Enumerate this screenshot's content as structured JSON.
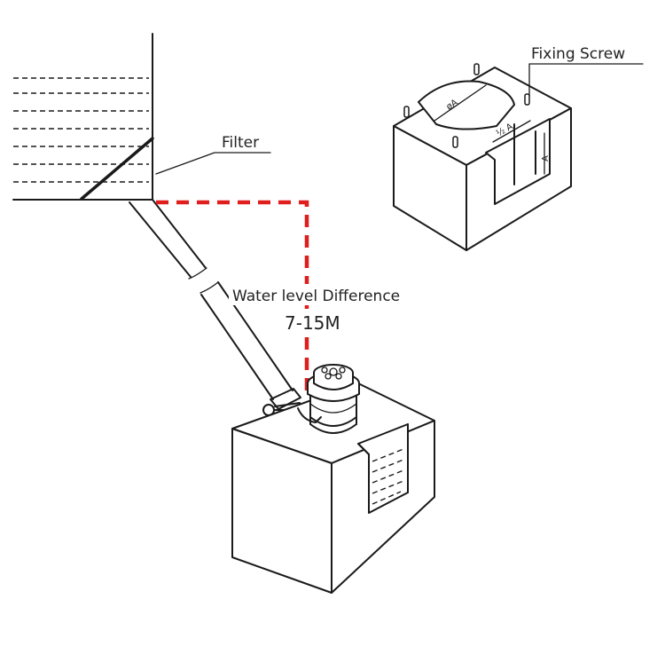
{
  "labels": {
    "filter": "Filter",
    "water_level_line1": "Water level Difference",
    "water_level_line2": "7-15M",
    "fixing_screw": "Fixing Screw",
    "dim_phi_a": "øA",
    "dim_half_a": "½ A",
    "dim_a": "A"
  },
  "colors": {
    "accent_dash": "#e01e1e",
    "line": "#1a1a1a"
  }
}
